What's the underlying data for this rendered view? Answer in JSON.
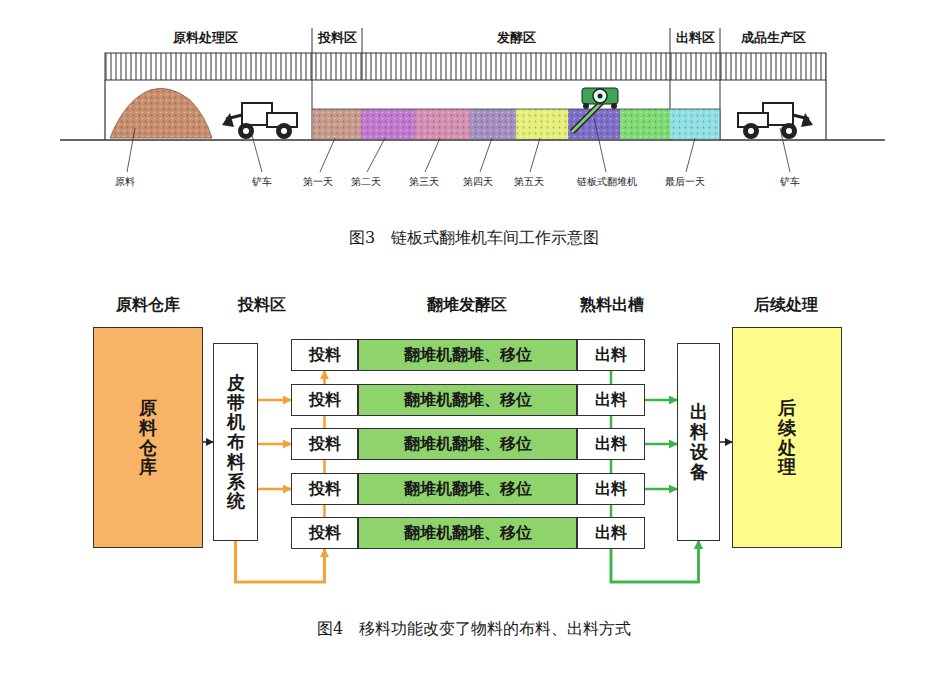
{
  "diagram": {
    "nodes": [
      {
        "text": [
          "原料仓库"
        ]
      },
      {
        "text": [
          "皮带机布料系统"
        ]
      },
      {
        "text": [
          "投料"
        ]
      },
      {
        "text": [
          "翻堆机翻堆、移位"
        ]
      },
      {
        "text": [
          "出料"
        ]
      },
      {
        "text": [
          "投料"
        ]
      },
      {
        "text": [
          "翻堆机翻堆、移位"
        ]
      },
      {
        "text": [
          "出料"
        ]
      },
      {
        "text": [
          "投料"
        ]
      },
      {
        "text": [
          "翻堆机翻堆、移位"
        ]
      },
      {
        "text": [
          "出料"
        ]
      },
      {
        "text": [
          "投料"
        ]
      },
      {
        "text": [
          "翻堆机翻堆、移位"
        ]
      },
      {
        "text": [
          "出料"
        ]
      },
      {
        "text": [
          "投料"
        ]
      },
      {
        "text": [
          "翻堆机翻堆、移位"
        ]
      },
      {
        "text": [
          "出料"
        ]
      },
      {
        "text": [
          "出料设备"
        ]
      },
      {
        "text": [
          "后续处理"
        ]
      }
    ],
    "edges": [
      {
        "from": 0,
        "to": 1,
        "arrow": "to"
      },
      {
        "from": 1,
        "to": 2,
        "arrow": "to"
      },
      {
        "from": 1,
        "to": 5,
        "arrow": "to"
      },
      {
        "from": 1,
        "to": 8,
        "arrow": "to"
      },
      {
        "from": 1,
        "to": 11,
        "arrow": "to"
      },
      {
        "from": 1,
        "to": 14,
        "arrow": "to"
      },
      {
        "from": 4,
        "to": 17,
        "arrow": "to"
      },
      {
        "from": 7,
        "to": 17,
        "arrow": "to"
      },
      {
        "from": 10,
        "to": 17,
        "arrow": "to"
      },
      {
        "from": 13,
        "to": 17,
        "arrow": "to"
      },
      {
        "from": 16,
        "to": 17,
        "arrow": "to"
      },
      {
        "from": 17,
        "to": 18,
        "arrow": "to"
      }
    ],
    "labels": [
      "原料处理区",
      "投料区",
      "发酵区",
      "出料区",
      "成品生产区",
      "原料",
      "铲车",
      "第一天",
      "第二天",
      "第三天",
      "第四天",
      "第五天",
      "链板式翻堆机",
      "最后一天",
      "铲车",
      "图3　链板式翻堆机车间工作示意图",
      "原料仓库",
      "投料区",
      "翻堆发酵区",
      "熟料出槽",
      "后续处理",
      "图4　移料功能改变了物料的布料、出料方式"
    ]
  }
}
